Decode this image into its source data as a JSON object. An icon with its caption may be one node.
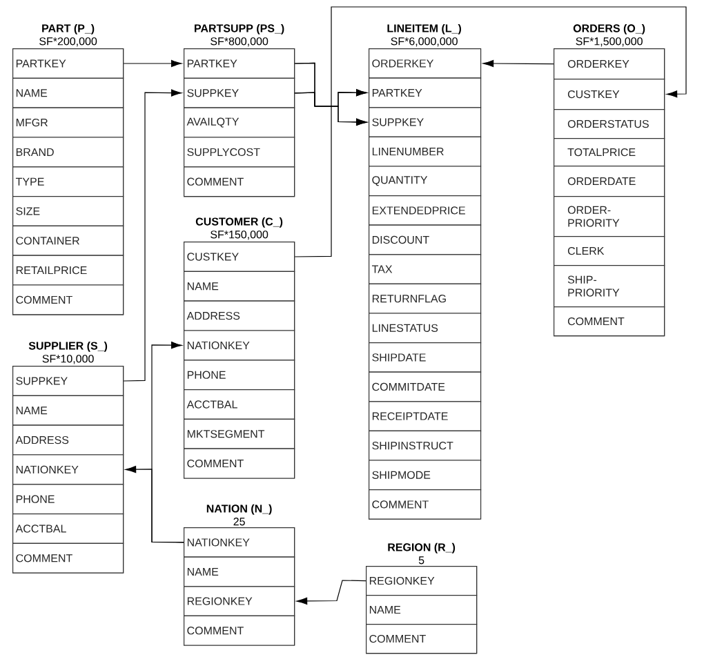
{
  "diagram": {
    "nodes": [
      {
        "text": [
          "PART (P_)",
          "SF*200,000"
        ]
      },
      {
        "text": [
          "PARTKEY"
        ],
        "in": 0
      },
      {
        "text": [
          "NAME"
        ],
        "in": 0
      },
      {
        "text": [
          "MFGR"
        ],
        "in": 0
      },
      {
        "text": [
          "BRAND"
        ],
        "in": 0
      },
      {
        "text": [
          "TYPE"
        ],
        "in": 0
      },
      {
        "text": [
          "SIZE"
        ],
        "in": 0
      },
      {
        "text": [
          "CONTAINER"
        ],
        "in": 0
      },
      {
        "text": [
          "RETAILPRICE"
        ],
        "in": 0
      },
      {
        "text": [
          "COMMENT"
        ],
        "in": 0
      },
      {
        "text": [
          "PARTSUPP (PS_)",
          "SF*800,000"
        ]
      },
      {
        "text": [
          "PARTKEY"
        ],
        "in": 10
      },
      {
        "text": [
          "SUPPKEY"
        ],
        "in": 10
      },
      {
        "text": [
          "AVAILQTY"
        ],
        "in": 10
      },
      {
        "text": [
          "SUPPLYCOST"
        ],
        "in": 10
      },
      {
        "text": [
          "COMMENT"
        ],
        "in": 10
      },
      {
        "text": [
          "LINEITEM (L_)",
          "SF*6,000,000"
        ]
      },
      {
        "text": [
          "ORDERKEY"
        ],
        "in": 16
      },
      {
        "text": [
          "PARTKEY"
        ],
        "in": 16
      },
      {
        "text": [
          "SUPPKEY"
        ],
        "in": 16
      },
      {
        "text": [
          "LINENUMBER"
        ],
        "in": 16
      },
      {
        "text": [
          "QUANTITY"
        ],
        "in": 16
      },
      {
        "text": [
          "EXTENDEDPRICE"
        ],
        "in": 16
      },
      {
        "text": [
          "DISCOUNT"
        ],
        "in": 16
      },
      {
        "text": [
          "TAX"
        ],
        "in": 16
      },
      {
        "text": [
          "RETURNFLAG"
        ],
        "in": 16
      },
      {
        "text": [
          "LINESTATUS"
        ],
        "in": 16
      },
      {
        "text": [
          "SHIPDATE"
        ],
        "in": 16
      },
      {
        "text": [
          "COMMITDATE"
        ],
        "in": 16
      },
      {
        "text": [
          "RECEIPTDATE"
        ],
        "in": 16
      },
      {
        "text": [
          "SHIPINSTRUCT"
        ],
        "in": 16
      },
      {
        "text": [
          "SHIPMODE"
        ],
        "in": 16
      },
      {
        "text": [
          "COMMENT"
        ],
        "in": 16
      },
      {
        "text": [
          "ORDERS (O_)",
          "SF*1,500,000"
        ]
      },
      {
        "text": [
          "ORDERKEY"
        ],
        "in": 33
      },
      {
        "text": [
          "CUSTKEY"
        ],
        "in": 33
      },
      {
        "text": [
          "ORDERSTATUS"
        ],
        "in": 33
      },
      {
        "text": [
          "TOTALPRICE"
        ],
        "in": 33
      },
      {
        "text": [
          "ORDERDATE"
        ],
        "in": 33
      },
      {
        "text": [
          "ORDER- PRIORITY"
        ],
        "in": 33
      },
      {
        "text": [
          "CLERK"
        ],
        "in": 33
      },
      {
        "text": [
          "SHIP- PRIORITY"
        ],
        "in": 33
      },
      {
        "text": [
          "COMMENT"
        ],
        "in": 33
      },
      {
        "text": [
          "CUSTOMER (C_)",
          "SF*150,000"
        ]
      },
      {
        "text": [
          "CUSTKEY"
        ],
        "in": 43
      },
      {
        "text": [
          "NAME"
        ],
        "in": 43
      },
      {
        "text": [
          "ADDRESS"
        ],
        "in": 43
      },
      {
        "text": [
          "NATIONKEY"
        ],
        "in": 43
      },
      {
        "text": [
          "PHONE"
        ],
        "in": 43
      },
      {
        "text": [
          "ACCTBAL"
        ],
        "in": 43
      },
      {
        "text": [
          "MKTSEGMENT"
        ],
        "in": 43
      },
      {
        "text": [
          "COMMENT"
        ],
        "in": 43
      },
      {
        "text": [
          "SUPPLIER (S_)",
          "SF*10,000"
        ]
      },
      {
        "text": [
          "SUPPKEY"
        ],
        "in": 52
      },
      {
        "text": [
          "NAME"
        ],
        "in": 52
      },
      {
        "text": [
          "ADDRESS"
        ],
        "in": 52
      },
      {
        "text": [
          "NATIONKEY"
        ],
        "in": 52
      },
      {
        "text": [
          "PHONE"
        ],
        "in": 52
      },
      {
        "text": [
          "ACCTBAL"
        ],
        "in": 52
      },
      {
        "text": [
          "COMMENT"
        ],
        "in": 52
      },
      {
        "text": [
          "NATION (N_)",
          "25"
        ]
      },
      {
        "text": [
          "NATIONKEY"
        ],
        "in": 60
      },
      {
        "text": [
          "NAME"
        ],
        "in": 60
      },
      {
        "text": [
          "REGIONKEY"
        ],
        "in": 60
      },
      {
        "text": [
          "COMMENT"
        ],
        "in": 60
      },
      {
        "text": [
          "REGION (R_)",
          "5"
        ]
      },
      {
        "text": [
          "REGIONKEY"
        ],
        "in": 65
      },
      {
        "text": [
          "NAME"
        ],
        "in": 65
      },
      {
        "text": [
          "COMMENT"
        ],
        "in": 65
      }
    ],
    "edges": [
      {
        "from": 1,
        "to": 11,
        "arrow": "to"
      },
      {
        "from": 53,
        "to": 12,
        "arrow": "to"
      },
      {
        "from": 11,
        "to": 18,
        "arrow": "to"
      },
      {
        "from": 11,
        "to": 19,
        "arrow": "to"
      },
      {
        "from": 12,
        "to": 18,
        "arrow": "to"
      },
      {
        "from": 12,
        "to": 19,
        "arrow": "to"
      },
      {
        "from": 34,
        "to": 17,
        "arrow": "to"
      },
      {
        "from": 44,
        "to": 35,
        "arrow": "to"
      },
      {
        "from": 61,
        "to": 56,
        "arrow": "to"
      },
      {
        "from": 61,
        "to": 47,
        "arrow": "to"
      },
      {
        "from": 66,
        "to": 63,
        "arrow": "to"
      }
    ]
  }
}
